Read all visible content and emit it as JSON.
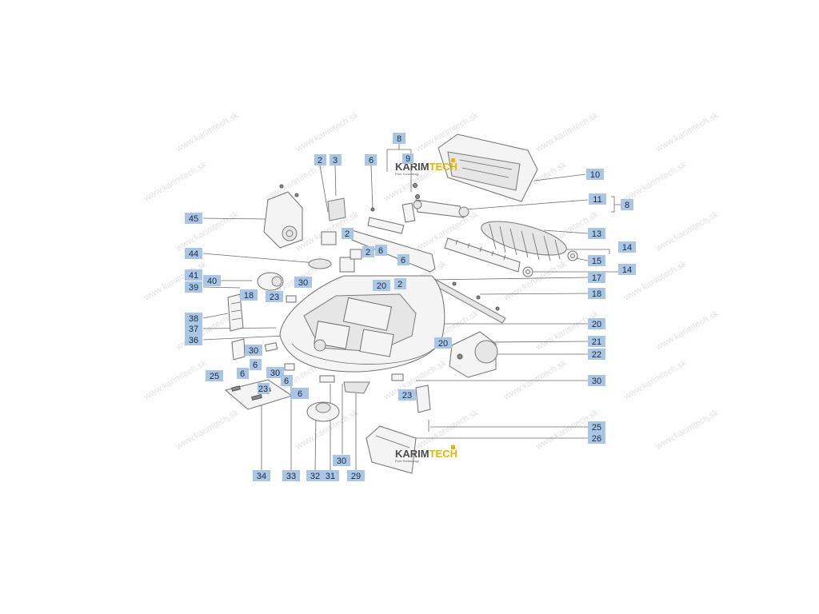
{
  "watermark": "www.karimtech.sk",
  "brand": {
    "name_part1": "KARIM",
    "name_part2": "TECH",
    "tagline": "Pure Technology",
    "color_dark": "#4a4a4a",
    "color_accent": "#e7b400"
  },
  "label_color": "#a9c6e6",
  "callouts": [
    {
      "id": "c-8-top",
      "text": "8"
    },
    {
      "id": "c-9",
      "text": "9"
    },
    {
      "id": "c-2-a",
      "text": "2"
    },
    {
      "id": "c-3",
      "text": "3"
    },
    {
      "id": "c-6-top",
      "text": "6"
    },
    {
      "id": "c-10",
      "text": "10"
    },
    {
      "id": "c-11",
      "text": "11"
    },
    {
      "id": "c-8-right",
      "text": "8"
    },
    {
      "id": "c-45",
      "text": "45"
    },
    {
      "id": "c-13",
      "text": "13"
    },
    {
      "id": "c-2-b",
      "text": "2"
    },
    {
      "id": "c-14-a",
      "text": "14"
    },
    {
      "id": "c-44",
      "text": "44"
    },
    {
      "id": "c-2-c",
      "text": "2"
    },
    {
      "id": "c-6-a",
      "text": "6"
    },
    {
      "id": "c-6-b",
      "text": "6"
    },
    {
      "id": "c-15",
      "text": "15"
    },
    {
      "id": "c-14-b",
      "text": "14"
    },
    {
      "id": "c-41",
      "text": "41"
    },
    {
      "id": "c-40",
      "text": "40"
    },
    {
      "id": "c-30-a",
      "text": "30"
    },
    {
      "id": "c-20-a",
      "text": "20"
    },
    {
      "id": "c-2-d",
      "text": "2"
    },
    {
      "id": "c-17",
      "text": "17"
    },
    {
      "id": "c-39",
      "text": "39"
    },
    {
      "id": "c-18-a",
      "text": "18"
    },
    {
      "id": "c-23-a",
      "text": "23"
    },
    {
      "id": "c-18-b",
      "text": "18"
    },
    {
      "id": "c-38",
      "text": "38"
    },
    {
      "id": "c-20-b",
      "text": "20"
    },
    {
      "id": "c-37",
      "text": "37"
    },
    {
      "id": "c-36",
      "text": "36"
    },
    {
      "id": "c-21",
      "text": "21"
    },
    {
      "id": "c-30-b",
      "text": "30"
    },
    {
      "id": "c-20-c",
      "text": "20"
    },
    {
      "id": "c-22",
      "text": "22"
    },
    {
      "id": "c-25-a",
      "text": "25"
    },
    {
      "id": "c-6-c",
      "text": "6"
    },
    {
      "id": "c-6-d",
      "text": "6"
    },
    {
      "id": "c-30-c",
      "text": "30"
    },
    {
      "id": "c-6-e",
      "text": "6"
    },
    {
      "id": "c-23-b",
      "text": "23"
    },
    {
      "id": "c-6-f",
      "text": "6"
    },
    {
      "id": "c-23-c",
      "text": "23"
    },
    {
      "id": "c-30-d",
      "text": "30"
    },
    {
      "id": "c-25-b",
      "text": "25"
    },
    {
      "id": "c-26",
      "text": "26"
    },
    {
      "id": "c-30-e",
      "text": "30"
    },
    {
      "id": "c-34",
      "text": "34"
    },
    {
      "id": "c-33",
      "text": "33"
    },
    {
      "id": "c-32",
      "text": "32"
    },
    {
      "id": "c-31",
      "text": "31"
    },
    {
      "id": "c-29",
      "text": "29"
    }
  ]
}
